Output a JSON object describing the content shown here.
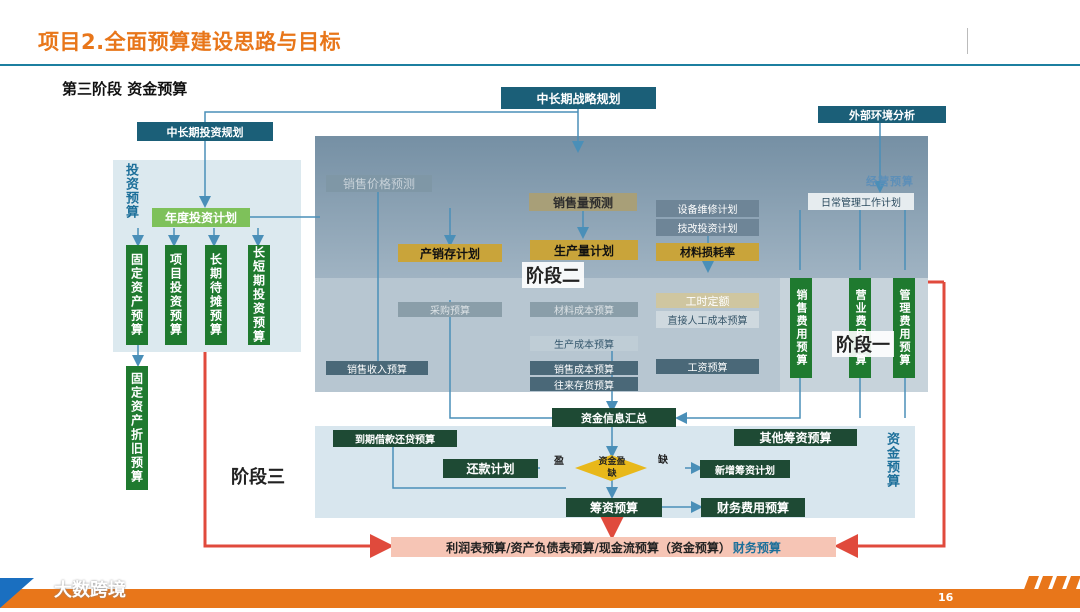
{
  "header": {
    "title": "项目2.全面预算建设思路与目标"
  },
  "subtitle": "第三阶段 资金预算",
  "phases": {
    "one": "阶段一",
    "two": "阶段二",
    "three": "阶段三"
  },
  "side_labels": {
    "invest": "投资预算",
    "business": "经营预算",
    "fund": "资金预算"
  },
  "boxes": {
    "strategy": "中长期战略规划",
    "external_env": "外部环境分析",
    "long_invest_plan": "中长期投资规划",
    "annual_invest_plan": "年度投资计划",
    "fixed_asset_budget": "固定资产预算",
    "project_invest_budget": "项目投资预算",
    "long_term_amort_budget": "长期待摊预算",
    "long_short_invest_budget": "长短期投资预算",
    "fixed_asset_depr_budget": "固定资产折旧预算",
    "sales_price_forecast": "销售价格预测",
    "sales_volume_forecast": "销售量预测",
    "equipment_plan": "设备维修计划",
    "tech_invest_plan": "技改投资计划",
    "daily_mgmt_plan": "日常管理工作计划",
    "prod_sales_inv_plan": "产销存计划",
    "production_plan": "生产量计划",
    "material_loss_rate": "材料损耗率",
    "purchase_budget": "采购预算",
    "material_cost_budget": "材料成本预算",
    "labor_quota": "工时定额",
    "direct_labor_cost": "直接人工成本预算",
    "production_cost_budget": "生产成本预算",
    "sales_revenue_budget": "销售收入预算",
    "sales_cost_budget": "销售成本预算",
    "ar_inventory_budget": "往来存货预算",
    "wage_budget": "工资预算",
    "selling_expense": "销售费用预算",
    "business_expense": "营业费用预算",
    "management_expense": "管理费用预算",
    "fund_info_summary": "资金信息汇总",
    "maturing_loan_budget": "到期借款还贷预算",
    "other_financing_budget": "其他筹资预算",
    "repay_plan": "还款计划",
    "fund_surplus_label": "资金盈缺",
    "surplus": "盈",
    "deficit": "缺",
    "new_financing_plan": "新增筹资计划",
    "financing_budget": "筹资预算",
    "finance_cost_budget": "财务费用预算",
    "final_budget": "利润表预算/资产负债表预算/现金流预算（资金预算）",
    "final_budget_suffix": "财务预算"
  },
  "footer": {
    "page_number": "16",
    "brand": "大数跨境"
  },
  "colors": {
    "accent": "#e8761a",
    "teal": "#1b5f78",
    "green": "#1f7a2f",
    "red": "#e04a3c"
  }
}
